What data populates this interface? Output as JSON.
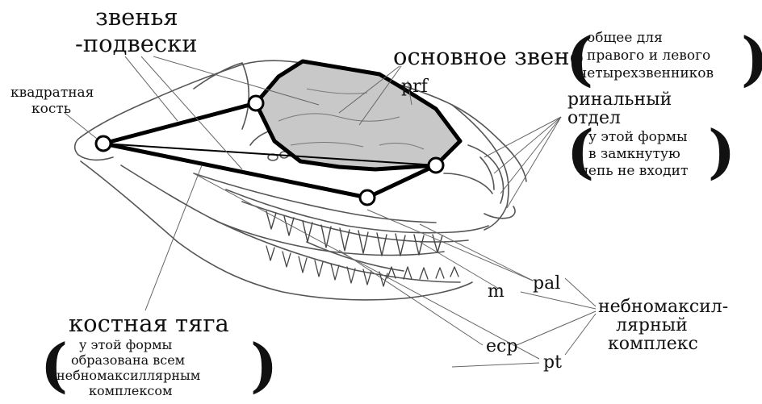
{
  "labels": {
    "suspension_links": [
      "звенья",
      "-подвески"
    ],
    "main_link": "основное звено",
    "main_link_note": [
      "общее для",
      "правого и левого",
      "четырехзвенников"
    ],
    "quadrate_bone": [
      "квадратная",
      "кость"
    ],
    "rhinal_section": [
      "ринальный",
      "отдел"
    ],
    "rhinal_note": [
      "у этой формы",
      "в замкнутую",
      "цепь не входит"
    ],
    "prf": "prf",
    "pal": "pal",
    "m": "m",
    "ecp": "ecp",
    "pt": "pt",
    "palatomaxillary_complex": [
      "небномаксил-",
      "лярный",
      "комплекс"
    ],
    "bony_rod": "костная тяга",
    "bony_rod_note": [
      "у этой формы",
      "образована всем",
      "небномаксиллярным",
      "комплексом"
    ]
  },
  "colors": {
    "main_link_fill": "#c8c8c8",
    "linkage_stroke": "#000000",
    "skull_stroke": "#555555",
    "leader_stroke": "#666666"
  }
}
